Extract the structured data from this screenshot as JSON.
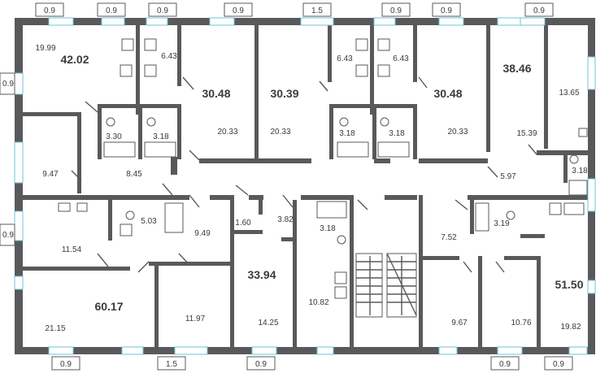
{
  "totals": {
    "a": "42.02",
    "b": "30.48",
    "c": "30.39",
    "d": "30.48",
    "e": "38.46",
    "f": "60.17",
    "g": "33.94",
    "h": "51.50"
  },
  "rooms": {
    "r1": "19.99",
    "r2": "6.43",
    "r3": "3.30",
    "r4": "3.18",
    "r5": "20.33",
    "r6": "20.33",
    "r7": "6.43",
    "r8": "6.43",
    "r9": "3.18",
    "r10": "3.18",
    "r11": "20.33",
    "r12": "13.65",
    "r13": "15.39",
    "r14": "5.97",
    "r15": "3.18",
    "r16": "9.47",
    "r17": "8.45",
    "r18": "5.03",
    "r19": "9.49",
    "r20": "1.60",
    "r21": "3.82",
    "r22": "3.18",
    "r23": "3.19",
    "r24": "7.52",
    "r25": "11.54",
    "r26": "21.15",
    "r27": "11.97",
    "r28": "14.25",
    "r29": "10.82",
    "r30": "9.67",
    "r31": "10.76",
    "r32": "19.82"
  },
  "windows": {
    "w1": "0.9",
    "w2": "0.9",
    "w3": "0.9",
    "w4": "0.9",
    "w5": "1.5",
    "w6": "0.9",
    "w7": "0.9",
    "w8": "0.9",
    "w9": "0.9",
    "w10": "0.9",
    "w11": "0.9",
    "w12": "1.5",
    "w13": "0.9",
    "w14": "0.9",
    "w15": "0.9"
  }
}
